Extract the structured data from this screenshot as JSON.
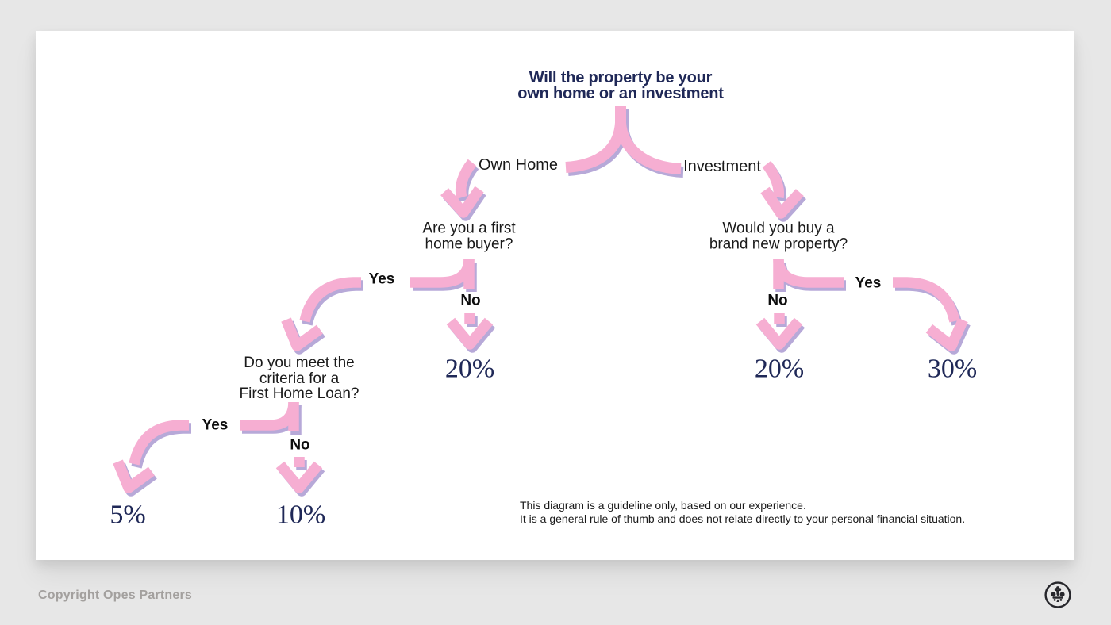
{
  "colors": {
    "background": "#e7e7e7",
    "card": "#ffffff",
    "arrow_pink": "#f6aed2",
    "arrow_shadow": "#b7a9d8",
    "navy": "#1f2857",
    "question_text": "#1a1a1a",
    "label_text": "#0d0d0d",
    "disclaimer_text": "#1a1a1a",
    "copyright_gray": "#a3a09e",
    "logo_color": "#26262b"
  },
  "diagram": {
    "title": "Will the property be your\nown home or an investment",
    "root": {
      "left_label": "Own Home",
      "right_label": "Investment"
    },
    "own_home": {
      "question": "Are you a first\nhome buyer?",
      "yes_label": "Yes",
      "no_label": "No",
      "no_result": "20%",
      "first_home_loan": {
        "question": "Do you meet the\ncriteria for a\nFirst Home Loan?",
        "yes_label": "Yes",
        "no_label": "No",
        "yes_result": "5%",
        "no_result": "10%"
      }
    },
    "investment": {
      "question": "Would you buy a\nbrand new property?",
      "yes_label": "Yes",
      "no_label": "No",
      "no_result": "20%",
      "yes_result": "30%"
    },
    "disclaimer": "This diagram is a guideline only, based on our experience.\nIt is a general rule of thumb and does not relate directly to your personal financial situation."
  },
  "footer": {
    "copyright": "Copyright Opes Partners",
    "logo": "opes-partners-fleur-de-lis-logo"
  }
}
